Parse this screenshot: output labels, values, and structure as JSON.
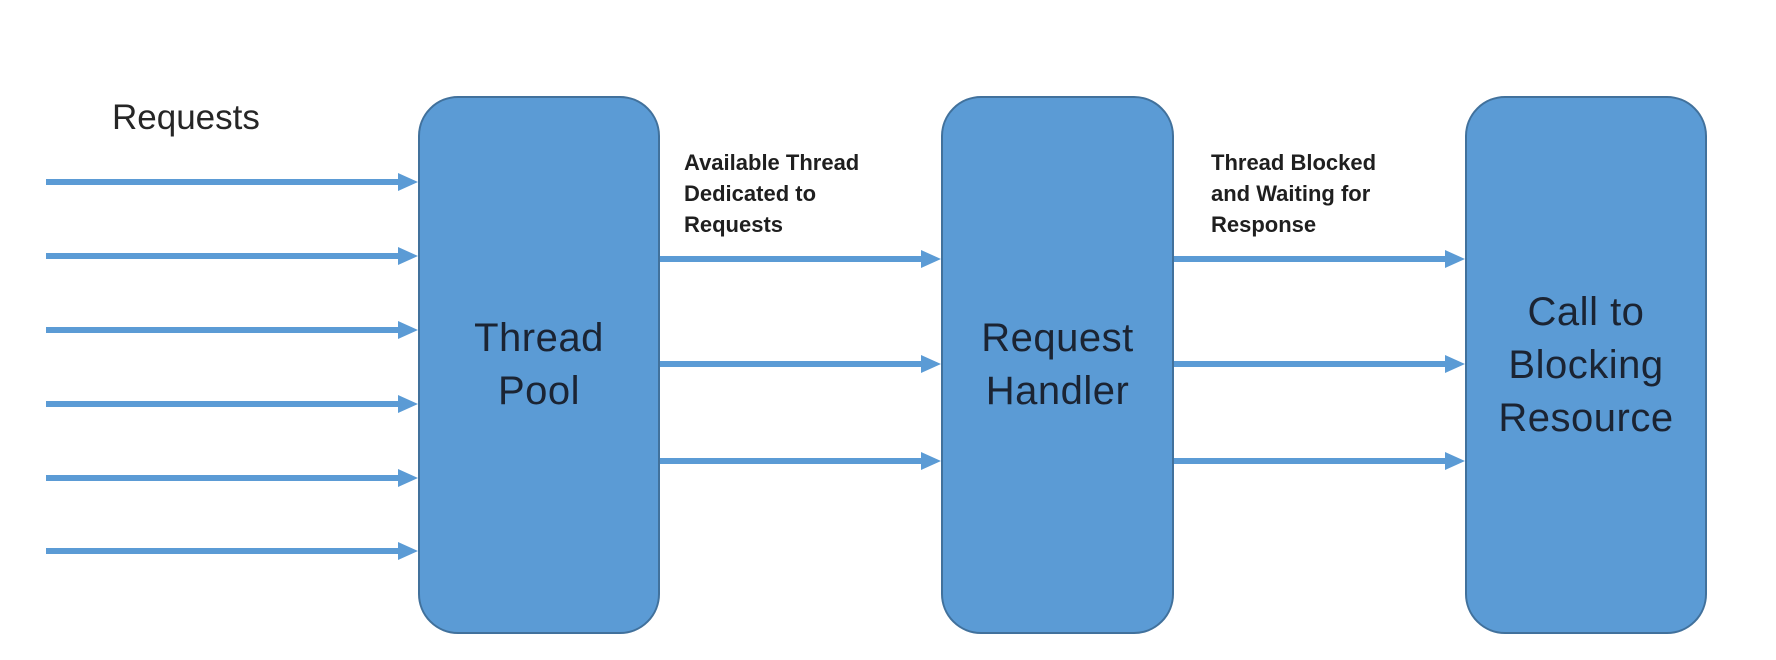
{
  "diagram": {
    "colors": {
      "node_fill": "#5B9BD5",
      "node_border": "#41719C",
      "arrow": "#5B9BD5",
      "node_text": "#1B2433",
      "background": "#FFFFFF"
    },
    "nodes": [
      {
        "id": "thread-pool",
        "label": "Thread\nPool"
      },
      {
        "id": "request-handler",
        "label": "Request\nHandler"
      },
      {
        "id": "blocking-resource",
        "label": "Call to\nBlocking\nResource"
      }
    ],
    "edge_groups": [
      {
        "id": "requests",
        "label": "Requests",
        "arrow_count": 6
      },
      {
        "id": "dedicated-thread",
        "label": "Available Thread\nDedicated to\nRequests",
        "arrow_count": 3
      },
      {
        "id": "blocked-thread",
        "label": "Thread Blocked\nand Waiting for\nResponse",
        "arrow_count": 3
      }
    ]
  }
}
